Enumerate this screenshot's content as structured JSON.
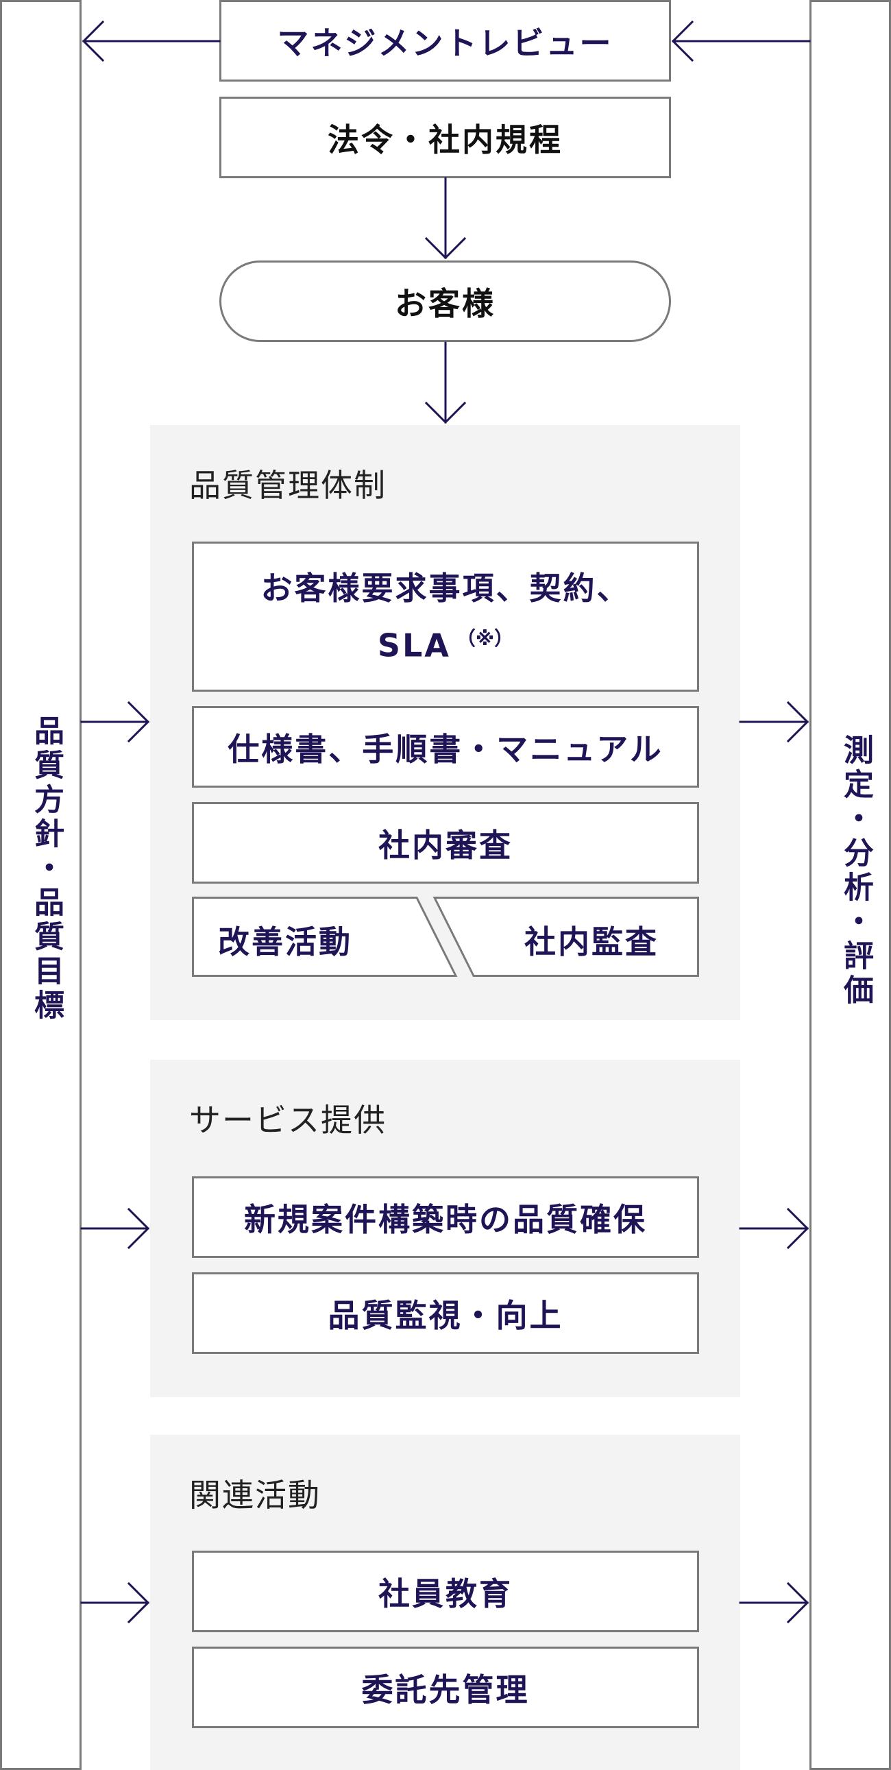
{
  "left_column": {
    "label": "品質方針・品質目標"
  },
  "right_column": {
    "label": "測定・分析・評価"
  },
  "top": {
    "management_review": "マネジメントレビュー",
    "regulations": "法令・社内規程",
    "customer": "お客様"
  },
  "sections": [
    {
      "title": "品質管理体制",
      "items": {
        "requirements_line1": "お客様要求事項、契約、",
        "requirements_line2": "SLA",
        "requirements_note": "（※）",
        "spec": "仕様書、手順書・マニュアル",
        "review": "社内審査",
        "improvement": "改善活動",
        "audit": "社内監査"
      }
    },
    {
      "title": "サービス提供",
      "items": {
        "new_project": "新規案件構築時の品質確保",
        "monitoring": "品質監視・向上"
      }
    },
    {
      "title": "関連活動",
      "items": {
        "education": "社員教育",
        "outsourcing": "委託先管理"
      }
    }
  ],
  "colors": {
    "navy": "#1e1456",
    "border_gray": "#7a7a7a",
    "panel_bg": "#f3f3f3"
  }
}
